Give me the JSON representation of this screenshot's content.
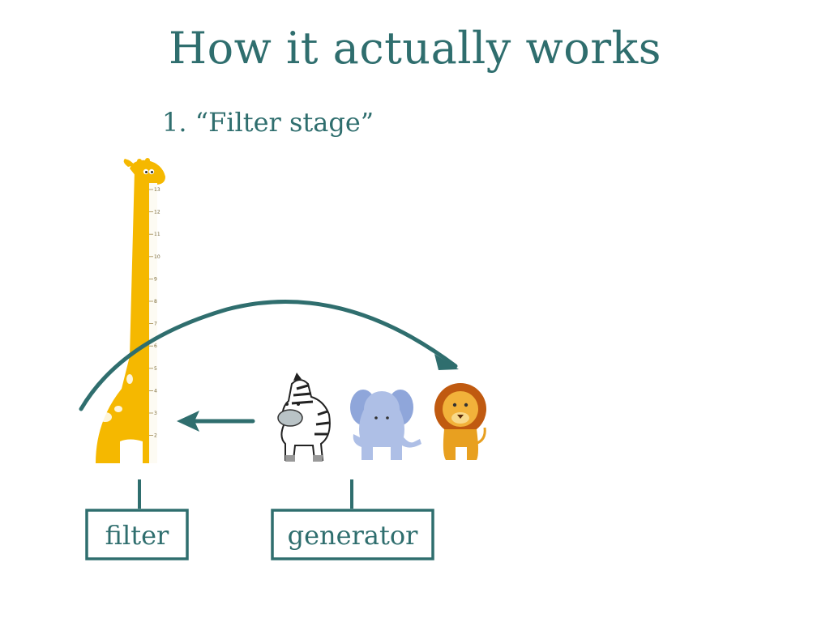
{
  "slide": {
    "title": "How it actually works",
    "subtitle": "1. “Filter stage”"
  },
  "labels": {
    "filter": "filter",
    "generator": "generator"
  },
  "ruler": {
    "ticks": [
      "13",
      "12",
      "11",
      "10",
      "9",
      "8",
      "7",
      "6",
      "5",
      "4",
      "3",
      "2"
    ]
  },
  "icons": {
    "giraffe": "giraffe-icon",
    "zebra": "zebra-icon",
    "elephant": "elephant-icon",
    "lion": "lion-icon"
  },
  "colors": {
    "accent": "#2f6e6e",
    "giraffe": "#f5b800",
    "lion_mane": "#c05a10",
    "lion_body": "#e8a020",
    "elephant": "#aebfe6"
  }
}
